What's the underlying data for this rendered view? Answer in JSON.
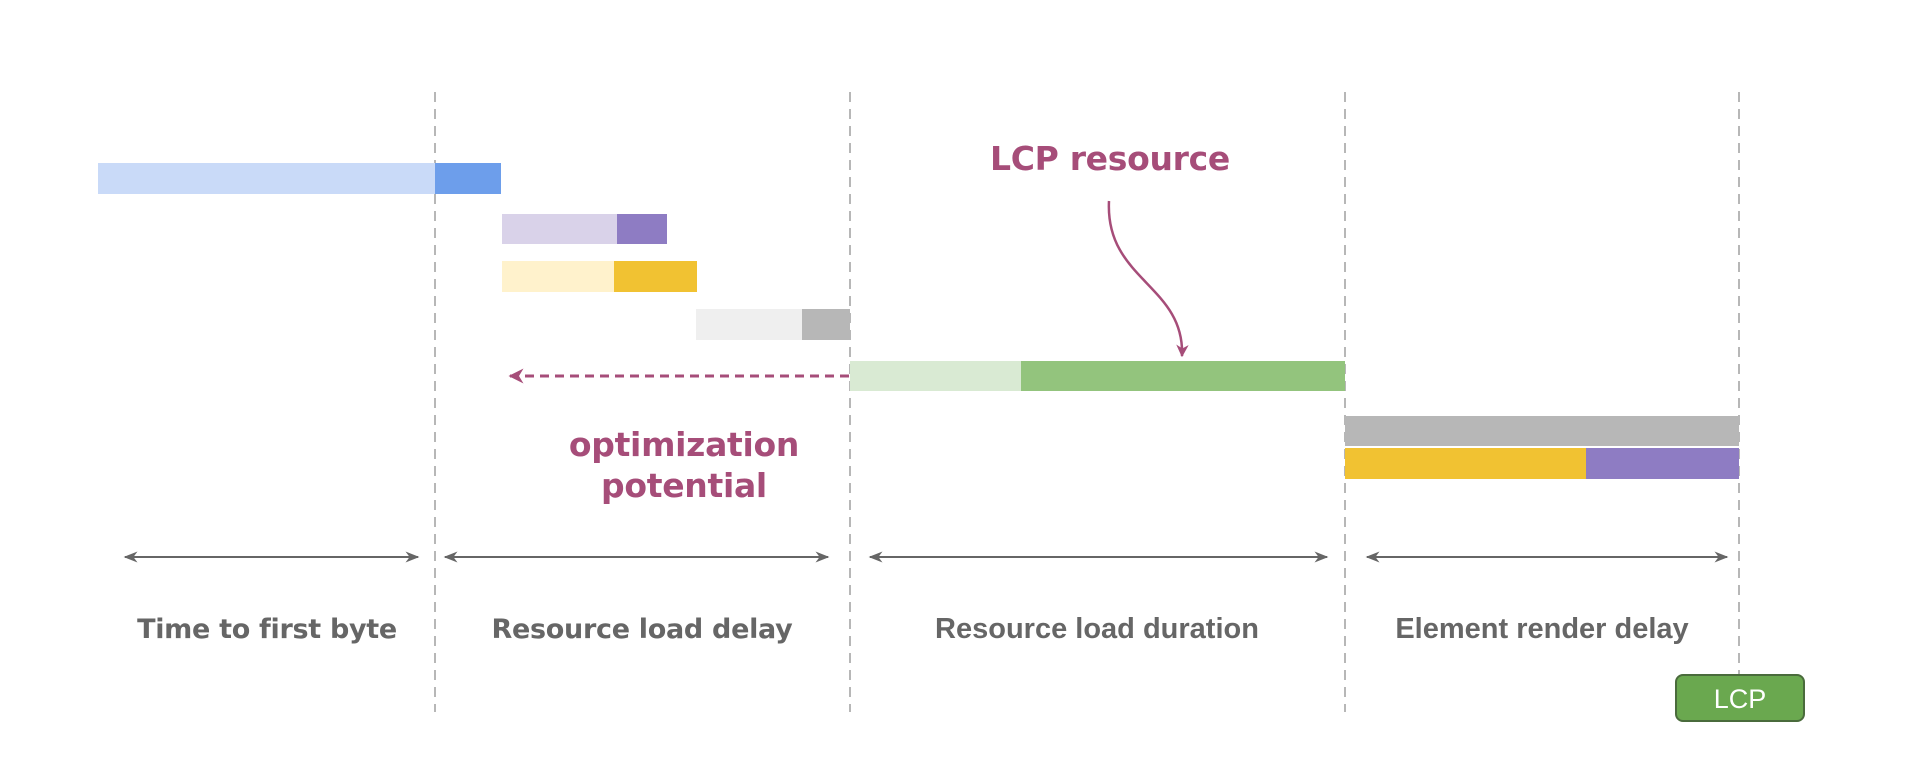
{
  "diagram": {
    "title": "LCP sub-parts timeline",
    "phases": [
      {
        "label": "Time to first byte"
      },
      {
        "label": "Resource load delay"
      },
      {
        "label": "Resource load duration"
      },
      {
        "label": "Element render delay"
      }
    ],
    "annotations": {
      "lcp_resource": "LCP resource",
      "optimization_line1": "optimization",
      "optimization_line2": "potential"
    },
    "badge": {
      "label": "LCP",
      "color": "#6aa84f"
    },
    "colors": {
      "accent_text": "#a64d79",
      "label_text": "#666666",
      "divider": "#b7b7b7"
    },
    "requests": [
      {
        "name": "html-document",
        "wait_color": "#c9daf8",
        "active_color": "#6d9eeb"
      },
      {
        "name": "css-resource",
        "wait_color": "#d9d2e9",
        "active_color": "#8e7cc3"
      },
      {
        "name": "js-resource",
        "wait_color": "#fff2cc",
        "active_color": "#f1c232"
      },
      {
        "name": "other-resource",
        "wait_color": "#efefef",
        "active_color": "#b7b7b7"
      },
      {
        "name": "lcp-resource",
        "wait_color": "#d9ead3",
        "active_color": "#93c47d"
      }
    ],
    "render_rows": [
      {
        "name": "render-main",
        "segments": [
          {
            "color": "#b7b7b7"
          }
        ]
      },
      {
        "name": "render-tasks",
        "segments": [
          {
            "color": "#f1c232"
          },
          {
            "color": "#8e7cc3"
          }
        ]
      }
    ]
  }
}
